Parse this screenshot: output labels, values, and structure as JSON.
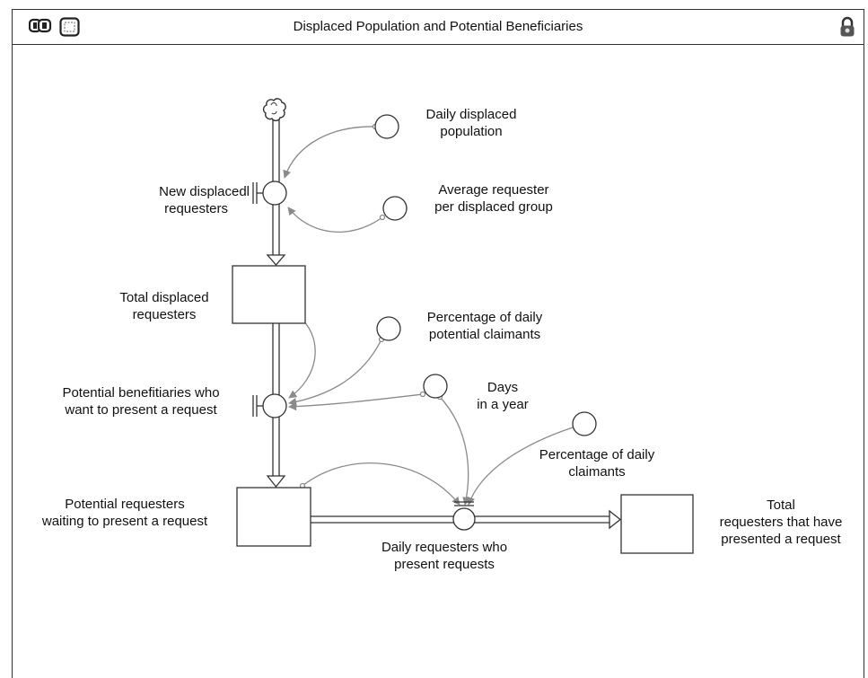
{
  "window": {
    "title": "Displaced Population and Potential Beneficiaries",
    "toolbar_icons": [
      "model-view-toggle-icon",
      "map-view-icon"
    ],
    "lock_icon": "padlock-icon"
  },
  "diagram": {
    "flows": {
      "new_displaced": [
        "New displacedl",
        "requesters"
      ],
      "potential_beneficiaries": [
        "Potential benefitiaries who",
        "want to present a request"
      ],
      "daily_requesters": [
        "Daily requesters who",
        "present requests"
      ]
    },
    "stocks": {
      "total_displaced": [
        "Total displaced",
        "requesters"
      ],
      "potential_waiting": [
        "Potential requesters",
        "waiting to present a request"
      ],
      "total_presented": [
        "Total",
        "requesters that have",
        "presented a request"
      ]
    },
    "converters": {
      "daily_displaced_population": [
        "Daily displaced",
        "population"
      ],
      "average_requester": [
        "Average requester",
        "per displaced group"
      ],
      "percentage_potential": [
        "Percentage of daily",
        "potential claimants"
      ],
      "days_in_year": [
        "Days",
        "in a year"
      ],
      "percentage_claimants": [
        "Percentage of daily",
        "claimants"
      ]
    },
    "source_icon": "cloud-source-icon",
    "colors": {
      "stroke": "#333333",
      "connector": "#8a8a8a"
    }
  }
}
